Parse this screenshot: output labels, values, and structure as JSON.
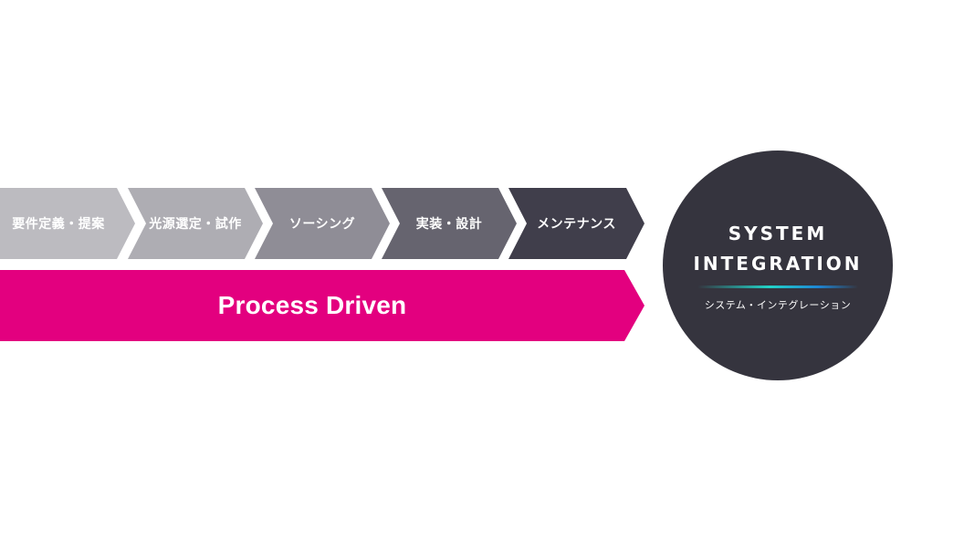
{
  "colors": {
    "step_1": "#bcbbc0",
    "step_2": "#aeadb3",
    "step_3": "#8f8d96",
    "step_4": "#66646f",
    "step_5": "#403e4b",
    "process_band": "#e3007f",
    "circle": "#35343e"
  },
  "steps": [
    {
      "label": "要件定義・提案"
    },
    {
      "label": "光源選定・試作"
    },
    {
      "label": "ソーシング"
    },
    {
      "label": "実装・設計"
    },
    {
      "label": "メンテナンス"
    }
  ],
  "process": {
    "label": "Process Driven"
  },
  "system_integration": {
    "title_line1": "SYSTEM",
    "title_line2": "INTEGRATION",
    "subtitle": "システム・インテグレーション"
  }
}
